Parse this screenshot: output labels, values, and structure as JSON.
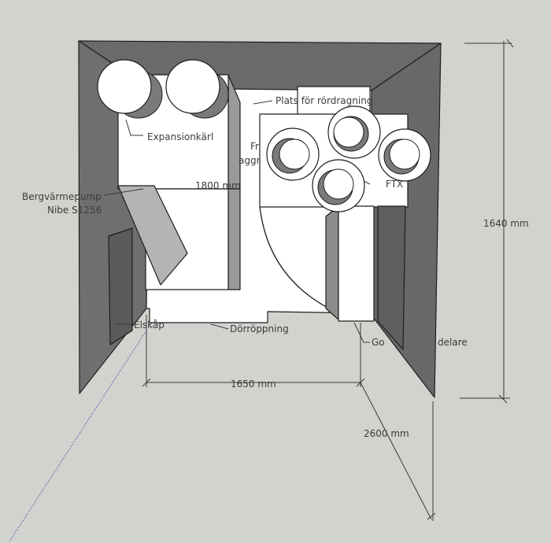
{
  "labels": {
    "plats_rordragning": "Plats för rördragning",
    "expansionskarl": "Expansionkärl",
    "fr_partial": "Fr",
    "aggr_partial": "aggr",
    "ftx_partial": "FTX",
    "dim_1800": "1800 mm",
    "bergvarmepump_1": "Bergvärmepump",
    "bergvarmepump_2": "Nibe S1256",
    "elskap": "Elskåp",
    "dorroppning": "Dörröppning",
    "golv_partial_1": "Go",
    "golv_partial_2": "delare"
  },
  "dimensions": {
    "width": "1650 mm",
    "depth": "2600 mm",
    "height": "1640 mm"
  },
  "colors": {
    "background": "#d2d2ce",
    "wall_dark": "#6a6a6a",
    "wall_side": "#8c8c8c",
    "floor": "#ffffff",
    "box_side": "#9a9a9a",
    "panel": "#b4b4b4",
    "cylinder_shadow": "#7a7a7a"
  }
}
